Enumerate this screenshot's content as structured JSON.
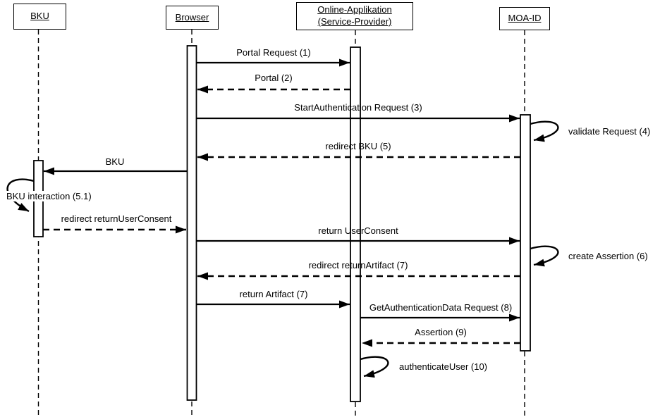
{
  "colors": {
    "background": "#ffffff",
    "line": "#000000",
    "text": "#000000"
  },
  "actors": [
    {
      "id": "bku",
      "label": "BKU"
    },
    {
      "id": "browser",
      "label": "Browser"
    },
    {
      "id": "online-app",
      "label": "Online-Applikation (Service-Provider)"
    },
    {
      "id": "moa-id",
      "label": "MOA-ID"
    }
  ],
  "messages": [
    {
      "label": "Portal Request (1)",
      "from": "Browser",
      "to": "Online-Applikation (Service-Provider)",
      "style": "solid"
    },
    {
      "label": "Portal (2)",
      "from": "Online-Applikation (Service-Provider)",
      "to": "Browser",
      "style": "dashed"
    },
    {
      "label": "StartAuthentication Request (3)",
      "from": "Browser",
      "to": "MOA-ID",
      "style": "solid"
    },
    {
      "label": "validate Request (4)",
      "from": "MOA-ID",
      "to": "MOA-ID",
      "style": "self"
    },
    {
      "label": "redirect BKU (5)",
      "from": "MOA-ID",
      "to": "Browser",
      "style": "dashed"
    },
    {
      "label": "BKU",
      "from": "Browser",
      "to": "BKU",
      "style": "solid"
    },
    {
      "label": "BKU interaction (5.1)",
      "from": "BKU",
      "to": "BKU",
      "style": "self"
    },
    {
      "label": "redirect returnUserConsent",
      "from": "BKU",
      "to": "Browser",
      "style": "dashed"
    },
    {
      "label": "return UserConsent",
      "from": "Browser",
      "to": "MOA-ID",
      "style": "solid"
    },
    {
      "label": "create Assertion (6)",
      "from": "MOA-ID",
      "to": "MOA-ID",
      "style": "self"
    },
    {
      "label": "redirect returnArtifact (7)",
      "from": "MOA-ID",
      "to": "Browser",
      "style": "dashed"
    },
    {
      "label": "return Artifact (7)",
      "from": "Browser",
      "to": "Online-Applikation (Service-Provider)",
      "style": "solid"
    },
    {
      "label": "GetAuthenticationData Request (8)",
      "from": "Online-Applikation (Service-Provider)",
      "to": "MOA-ID",
      "style": "solid"
    },
    {
      "label": "Assertion (9)",
      "from": "MOA-ID",
      "to": "Online-Applikation (Service-Provider)",
      "style": "dashed"
    },
    {
      "label": "authenticateUser (10)",
      "from": "Online-Applikation (Service-Provider)",
      "to": "Online-Applikation (Service-Provider)",
      "style": "self"
    }
  ]
}
